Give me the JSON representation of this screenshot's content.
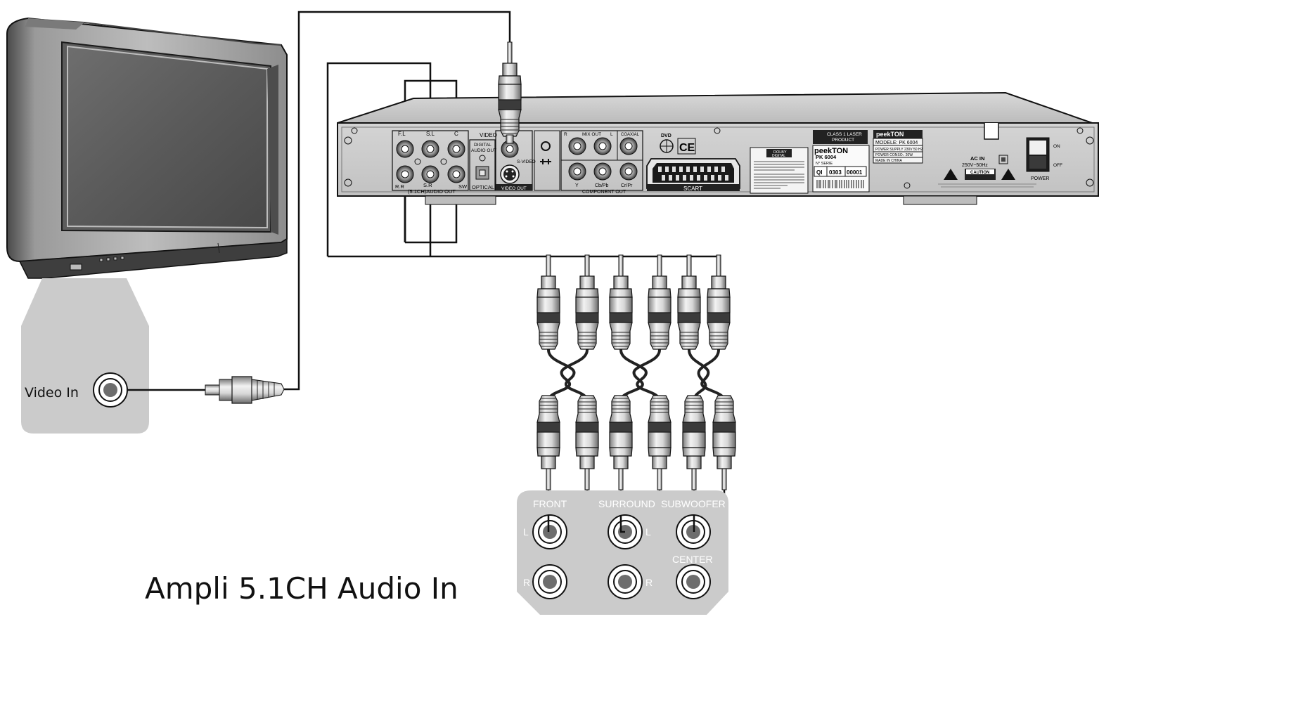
{
  "tv": {
    "input_label": "Video In"
  },
  "amp": {
    "caption": "Ampli 5.1CH Audio In",
    "front_label": "FRONT",
    "surround_label": "SURROUND",
    "subwoofer_label": "SUBWOOFER",
    "center_label": "CENTER",
    "left_mark": "L",
    "right_mark": "R"
  },
  "player": {
    "audio_fl": "F.L",
    "audio_sl": "S.L",
    "audio_c": "C",
    "audio_fr": "R.R",
    "audio_sr": "S.R",
    "audio_sw": "SW",
    "audio_out": "(5.1CH)AUDIO OUT",
    "digital_audio_out_1": "DIGITAL",
    "digital_audio_out_2": "AUDIO OUT",
    "optical": "OPTICAL",
    "video": "VIDEO",
    "svideo": "S-VIDEO",
    "video_out": "VIDEO OUT",
    "mix_out": "MIX OUT",
    "mix_r": "R",
    "mix_l": "L",
    "coaxial": "COAXIAL",
    "comp_y": "Y",
    "comp_cb": "Cb/Pb",
    "comp_cr": "Cr/Pr",
    "component_out": "COMPONENT OUT",
    "scart": "SCART",
    "dvd_logo": "DVD",
    "ce_mark": "CE",
    "dolby_1": "DOLBY",
    "dolby_2": "DIGITAL",
    "laser_1": "CLASS 1 LASER",
    "laser_2": "PRODUCT",
    "brand": "peekTON",
    "model_name": "PK 6004",
    "serie": "N° SERIE",
    "qi": "QI",
    "serial_a": "0303",
    "serial_b": "00001",
    "modele": "MODELE: PK 6004",
    "power_supply": "POWER SUPPLY 230V 50 HZ",
    "power_conso": "POWER CONSO.: 20W",
    "made_in": "MADE IN CHINA",
    "ac_in": "AC IN",
    "voltage": "250V~50Hz",
    "caution": "CAUTION",
    "switch_on": "ON",
    "switch_off": "OFF",
    "power": "POWER"
  }
}
